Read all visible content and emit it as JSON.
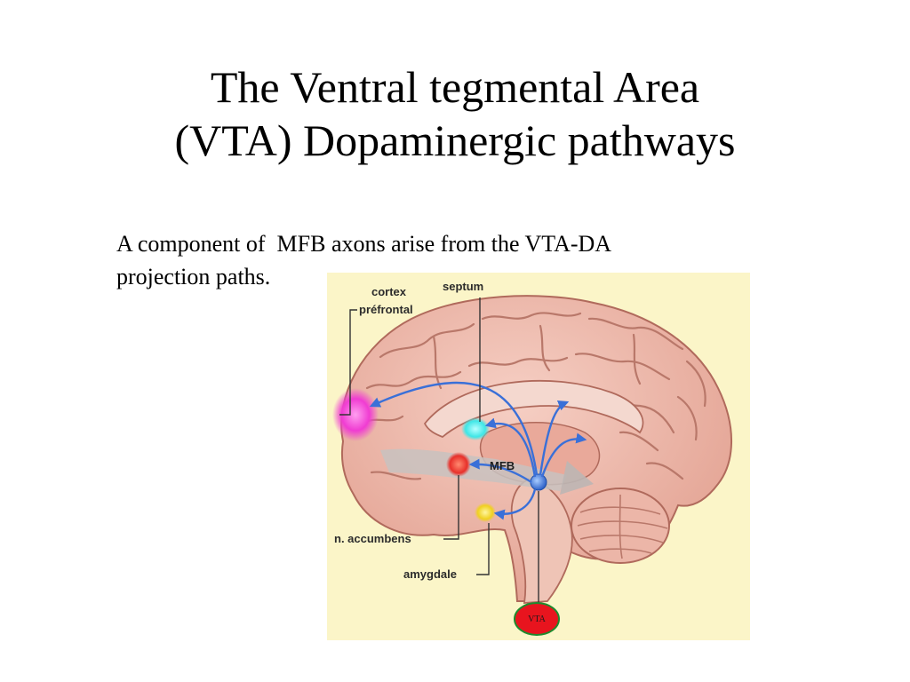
{
  "slide": {
    "title_line1": "The Ventral tegmental Area",
    "title_line2": "(VTA) Dopaminergic pathways",
    "body_line1": "A component of  MFB axons arise from the VTA-DA",
    "body_line2": "projection paths."
  },
  "diagram": {
    "labels": {
      "cortex": "cortex",
      "prefrontal": "préfrontal",
      "septum": "septum",
      "mfb": "MFB",
      "n_accumbens": "n. accumbens",
      "amygdale": "amygdale",
      "vta": "VTA"
    },
    "colors": {
      "background": "#fbf5c8",
      "brain": "#ebb0a4",
      "cortex_prefrontal": "#f03cd2",
      "septum": "#3ee6e6",
      "n_accumbens": "#e8302a",
      "amygdale": "#f0d020",
      "vta": "#3a78e0",
      "vta_marker": "#e8141e",
      "pathway": "#3a70d8"
    }
  }
}
